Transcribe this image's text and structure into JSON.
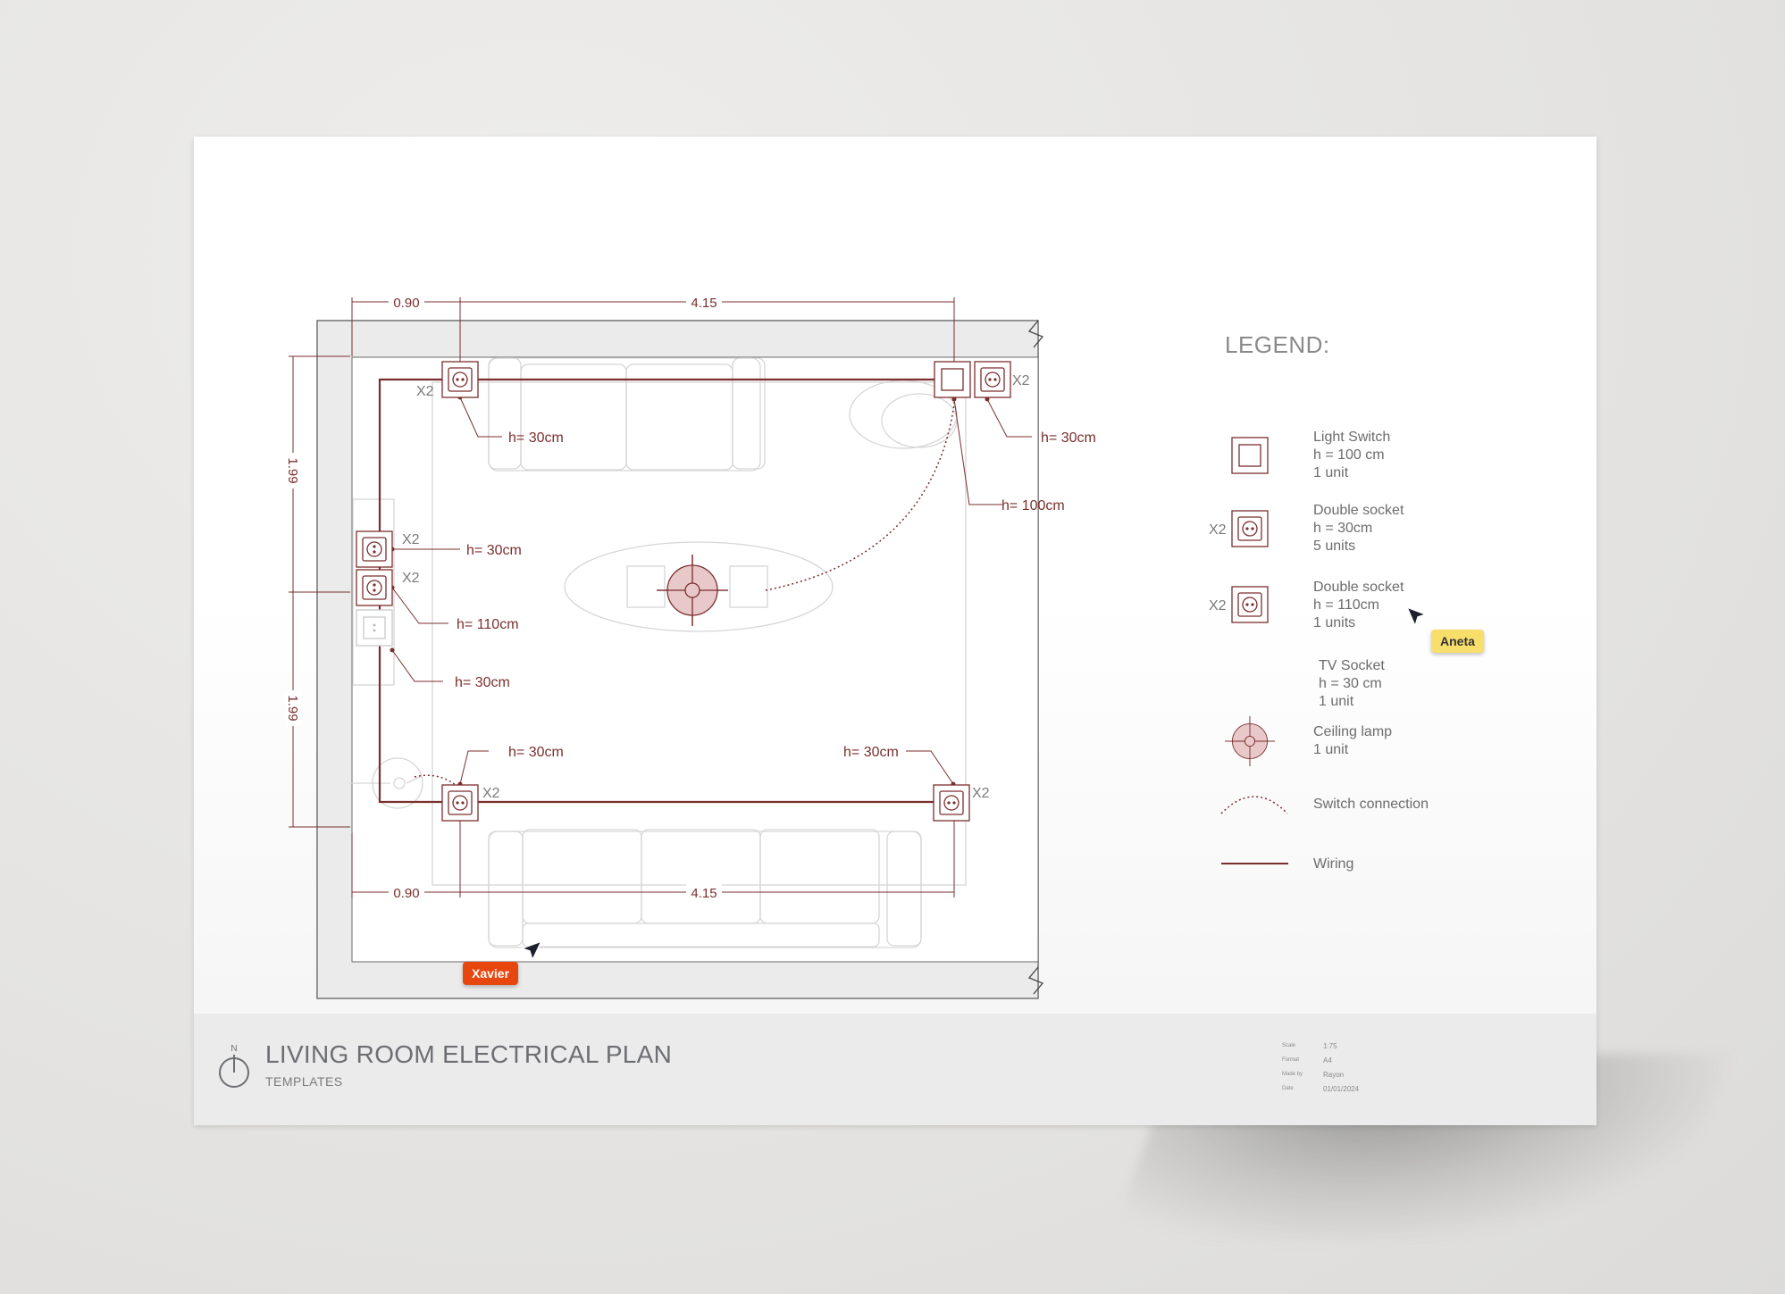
{
  "dimensions": {
    "top_left": "0.90",
    "top_right": "4.15",
    "bottom_left": "0.90",
    "bottom_right": "4.15",
    "side_upper": "1.99",
    "side_lower": "1.99"
  },
  "plan_labels": {
    "top_left_multiplier": "X2",
    "top_left_height": "h= 30cm",
    "top_right_multiplier": "X2",
    "top_right_socket_height": "h= 30cm",
    "top_right_switch_height": "h= 100cm",
    "left_1_multiplier": "X2",
    "left_1_height": "h= 30cm",
    "left_2_multiplier": "X2",
    "left_2_height": "h= 110cm",
    "left_3_height": "h= 30cm",
    "bottom_left_height": "h= 30cm",
    "bottom_left_multiplier": "X2",
    "bottom_right_height": "h= 30cm",
    "bottom_right_multiplier": "X2"
  },
  "legend": {
    "title": "LEGEND:",
    "items": [
      {
        "label": "Light Switch\nh = 100 cm\n1 unit",
        "icon": "light-switch-icon",
        "multiplier": ""
      },
      {
        "label": "Double socket\nh = 30cm\n5 units",
        "icon": "double-socket-icon",
        "multiplier": "X2"
      },
      {
        "label": "Double socket\nh = 110cm\n1 units",
        "icon": "double-socket-icon",
        "multiplier": "X2"
      },
      {
        "label": "TV Socket\nh = 30 cm\n1 unit",
        "icon": "",
        "multiplier": ""
      },
      {
        "label": "Ceiling lamp\n1 unit",
        "icon": "ceiling-lamp-icon",
        "multiplier": ""
      },
      {
        "label": "Switch connection",
        "icon": "switch-connection-icon",
        "multiplier": ""
      },
      {
        "label": "Wiring",
        "icon": "wiring-icon",
        "multiplier": ""
      }
    ]
  },
  "footer": {
    "north": "N",
    "title": "LIVING ROOM ELECTRICAL PLAN",
    "subtitle": "TEMPLATES",
    "meta": [
      {
        "key": "Scale",
        "value": "1:75"
      },
      {
        "key": "Format",
        "value": "A4"
      },
      {
        "key": "Made by",
        "value": "Rayon"
      },
      {
        "key": "Date",
        "value": "01/01/2024"
      }
    ]
  },
  "cursors": {
    "xavier": "Xavier",
    "aneta": "Aneta"
  },
  "colors": {
    "wire": "#7b2e2e",
    "lamp_fill": "#e8c8c8",
    "xavier_tag": "#e8460f",
    "aneta_tag": "#f8de6b"
  }
}
